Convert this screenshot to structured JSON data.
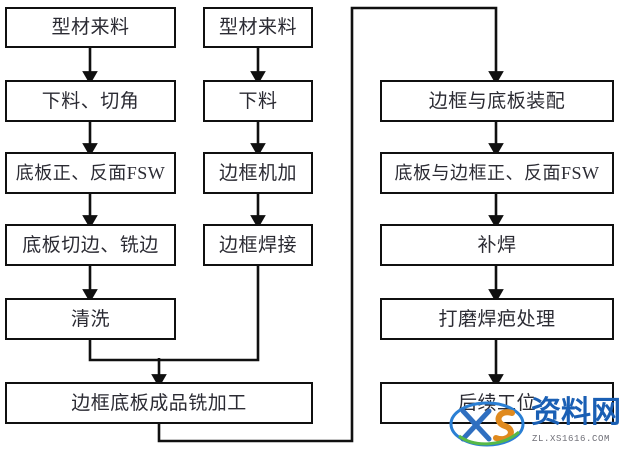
{
  "diagram": {
    "type": "process-flowchart",
    "language": "zh-CN",
    "background": "#ffffff",
    "box_border_color": "#101010",
    "text_color": "#2b2b33",
    "connector_color": "#101010",
    "lanes": [
      {
        "id": "base-plate-lane",
        "label": "",
        "nodes": [
          {
            "id": "l1",
            "text": "型材来料"
          },
          {
            "id": "l2",
            "text": "下料、切角"
          },
          {
            "id": "l3",
            "text": "底板正、反面FSW"
          },
          {
            "id": "l4",
            "text": "底板切边、铣边"
          },
          {
            "id": "l5",
            "text": "清洗"
          }
        ]
      },
      {
        "id": "frame-lane",
        "label": "",
        "nodes": [
          {
            "id": "m1",
            "text": "型材来料"
          },
          {
            "id": "m2",
            "text": "下料"
          },
          {
            "id": "m3",
            "text": "边框机加"
          },
          {
            "id": "m4",
            "text": "边框焊接"
          }
        ]
      },
      {
        "id": "assembly-lane",
        "label": "",
        "nodes": [
          {
            "id": "r1",
            "text": "边框与底板装配"
          },
          {
            "id": "r2",
            "text": "底板与边框正、反面FSW"
          },
          {
            "id": "r3",
            "text": "补焊"
          },
          {
            "id": "r4",
            "text": "打磨焊疤处理"
          },
          {
            "id": "r5",
            "text": "后续工位"
          }
        ]
      }
    ],
    "merge_node": {
      "id": "merge1",
      "text": "边框底板成品铣加工"
    },
    "edges": [
      {
        "from": "l1",
        "to": "l2",
        "style": "arrow"
      },
      {
        "from": "l2",
        "to": "l3",
        "style": "arrow"
      },
      {
        "from": "l3",
        "to": "l4",
        "style": "arrow"
      },
      {
        "from": "l4",
        "to": "l5",
        "style": "arrow"
      },
      {
        "from": "l5",
        "to": "merge1",
        "style": "elbow-arrow"
      },
      {
        "from": "m1",
        "to": "m2",
        "style": "arrow"
      },
      {
        "from": "m2",
        "to": "m3",
        "style": "arrow"
      },
      {
        "from": "m3",
        "to": "m4",
        "style": "arrow"
      },
      {
        "from": "m4",
        "to": "merge1",
        "style": "elbow-arrow"
      },
      {
        "from": "merge1",
        "to": "r1",
        "style": "elbow-arrow-loop"
      },
      {
        "from": "r1",
        "to": "r2",
        "style": "arrow"
      },
      {
        "from": "r2",
        "to": "r3",
        "style": "arrow"
      },
      {
        "from": "r3",
        "to": "r4",
        "style": "arrow"
      },
      {
        "from": "r4",
        "to": "r5",
        "style": "arrow"
      }
    ]
  },
  "watermark": {
    "brand_cn": "资料网",
    "url": "ZL.XS1616.COM",
    "mark_letters": "XS",
    "brand_color": "#1a5fb4",
    "url_color": "#6e6e76"
  }
}
